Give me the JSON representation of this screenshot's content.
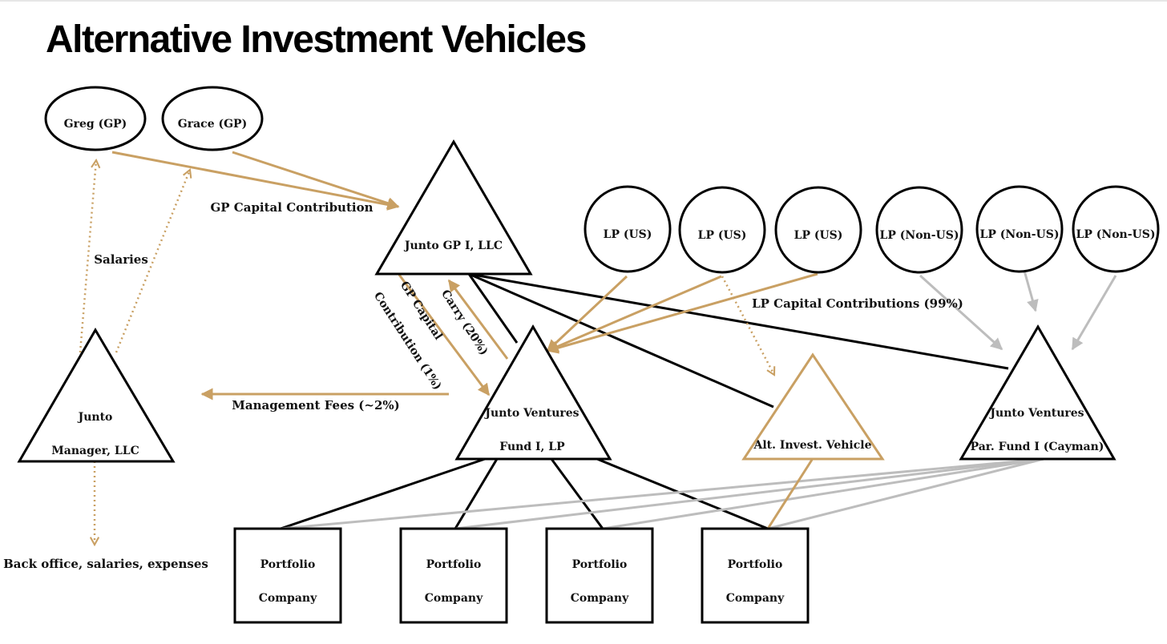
{
  "title": "Alternative Investment Vehicles",
  "colors": {
    "gold": "#C9A063",
    "black": "#000000",
    "gray": "#BDBDBD"
  },
  "nodes": {
    "greg": "Greg (GP)",
    "grace": "Grace (GP)",
    "gp": "Junto GP I, LLC",
    "lp1": "LP (US)",
    "lp2": "LP (US)",
    "lp3": "LP (US)",
    "lp4": "LP (Non-US)",
    "lp5": "LP (Non-US)",
    "lp6": "LP (Non-US)",
    "manager_1": "Junto",
    "manager_2": "Manager, LLC",
    "fund_1": "Junto Ventures",
    "fund_2": "Fund I, LP",
    "aiv": "Alt. Invest. Vehicle",
    "parfund_1": "Junto Ventures",
    "parfund_2": "Par. Fund I (Cayman)",
    "pc1_1": "Portfolio",
    "pc1_2": "Company",
    "pc2_1": "Portfolio",
    "pc2_2": "Company",
    "pc3_1": "Portfolio",
    "pc3_2": "Company",
    "pc4_1": "Portfolio",
    "pc4_2": "Company"
  },
  "labels": {
    "gp_capital_contribution": "GP Capital Contribution",
    "salaries": "Salaries",
    "gp_capital_1_line1": "GP Capital",
    "gp_capital_1_line2": "Contribution (1%)",
    "carry": "Carry (20%)",
    "management_fees": "Management Fees (~2%)",
    "lp_capital": "LP Capital Contributions (99%)",
    "back_office": "Back office, salaries, expenses"
  }
}
